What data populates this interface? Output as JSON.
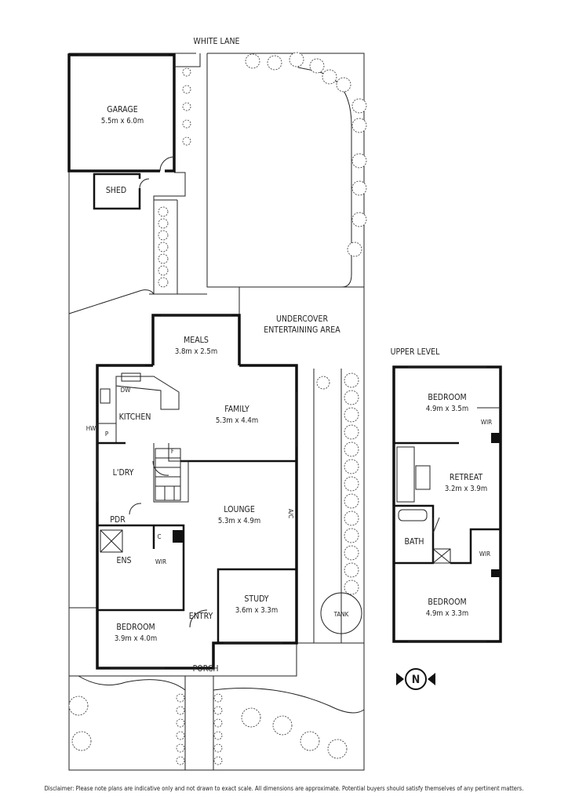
{
  "street": "WHITE LANE",
  "ground": {
    "garage": {
      "name": "GARAGE",
      "dim": "5.5m x 6.0m"
    },
    "shed": {
      "name": "SHED"
    },
    "meals": {
      "name": "MEALS",
      "dim": "3.8m x 2.5m"
    },
    "undercover": {
      "line1": "UNDERCOVER",
      "line2": "ENTERTAINING AREA"
    },
    "kitchen": {
      "name": "KITCHEN"
    },
    "family": {
      "name": "FAMILY",
      "dim": "5.3m x 4.4m"
    },
    "lounge": {
      "name": "LOUNGE",
      "dim": "5.3m x 4.9m"
    },
    "study": {
      "name": "STUDY",
      "dim": "3.6m x 3.3m"
    },
    "bedroom": {
      "name": "BEDROOM",
      "dim": "3.9m x 4.0m"
    },
    "entry": {
      "name": "ENTRY"
    },
    "porch": {
      "name": "PORCH"
    },
    "laundry": {
      "name": "L'DRY"
    },
    "pdr": {
      "name": "PDR"
    },
    "ens": {
      "name": "ENS"
    },
    "wir": {
      "name": "WIR"
    },
    "tank": {
      "name": "TANK"
    },
    "dw": "DW",
    "hw": "HW",
    "p": "P",
    "f": "F",
    "c": "C",
    "ac": "A/C"
  },
  "upper": {
    "title": "UPPER LEVEL",
    "bedroom1": {
      "name": "BEDROOM",
      "dim": "4.9m x 3.5m"
    },
    "wir1": "WIR",
    "retreat": {
      "name": "RETREAT",
      "dim": "3.2m x 3.9m"
    },
    "bath": "BATH",
    "wir2": "WIR",
    "bedroom2": {
      "name": "BEDROOM",
      "dim": "4.9m x 3.3m"
    }
  },
  "compass": "N",
  "disclaimer": "Disclaimer: Please note plans are indicative only and not drawn to exact scale. All dimensions are approximate. Potential buyers should satisfy themselves of any pertinent matters."
}
